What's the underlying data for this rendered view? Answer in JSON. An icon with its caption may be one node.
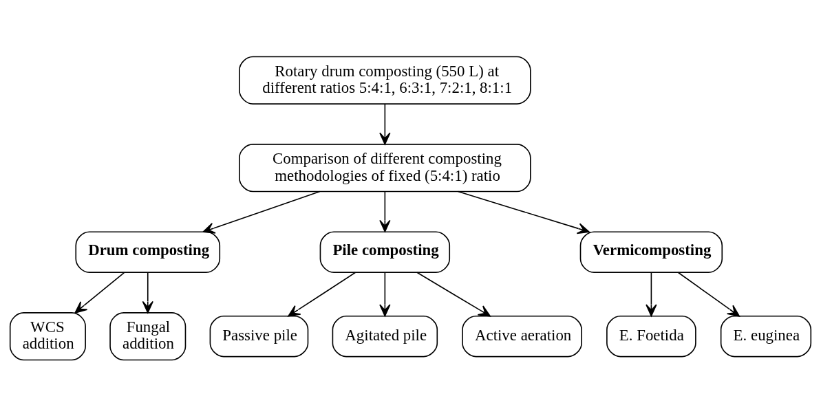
{
  "diagram": {
    "nodes": [
      {
        "text": [
          "Rotary drum composting (550 L) at different ratios 5:4:1, 6:3:1, 7:2:1, 8:1:1"
        ]
      },
      {
        "text": [
          "Comparison of different composting methodologies of fixed (5:4:1) ratio"
        ]
      },
      {
        "text": [
          "Drum composting"
        ]
      },
      {
        "text": [
          "Pile composting"
        ]
      },
      {
        "text": [
          "Vermicomposting"
        ]
      },
      {
        "text": [
          "WCS addition"
        ]
      },
      {
        "text": [
          "Fungal addition"
        ]
      },
      {
        "text": [
          "Passive pile"
        ]
      },
      {
        "text": [
          "Agitated pile"
        ]
      },
      {
        "text": [
          "Active aeration"
        ]
      },
      {
        "text": [
          "E. Foetida"
        ]
      },
      {
        "text": [
          "E. euginea"
        ]
      }
    ],
    "edges": [
      {
        "from": 0,
        "to": 1,
        "arrow": "to"
      },
      {
        "from": 1,
        "to": 2,
        "arrow": "to"
      },
      {
        "from": 1,
        "to": 3,
        "arrow": "to"
      },
      {
        "from": 1,
        "to": 4,
        "arrow": "to"
      },
      {
        "from": 2,
        "to": 5,
        "arrow": "to"
      },
      {
        "from": 2,
        "to": 6,
        "arrow": "to"
      },
      {
        "from": 3,
        "to": 7,
        "arrow": "to"
      },
      {
        "from": 3,
        "to": 8,
        "arrow": "to"
      },
      {
        "from": 3,
        "to": 9,
        "arrow": "to"
      },
      {
        "from": 4,
        "to": 10,
        "arrow": "to"
      },
      {
        "from": 4,
        "to": 11,
        "arrow": "to"
      }
    ]
  }
}
